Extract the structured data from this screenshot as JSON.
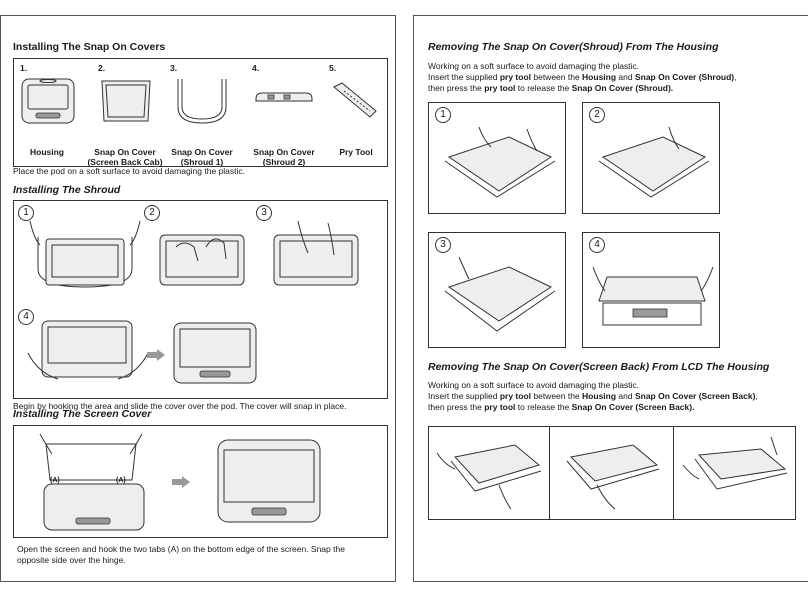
{
  "left": {
    "covers": {
      "title": "Installing The Snap On Covers",
      "items": [
        {
          "num": "1.",
          "label": "Housing"
        },
        {
          "num": "2.",
          "label": "Snap On Cover\n(Screen Back Cab)"
        },
        {
          "num": "3.",
          "label": "Snap On Cover\n(Shroud 1)"
        },
        {
          "num": "4.",
          "label": "Snap On Cover\n(Shroud 2)"
        },
        {
          "num": "5.",
          "label": "Pry Tool"
        }
      ],
      "note": "Place the pod on a soft surface to avoid damaging the plastic."
    },
    "shroud": {
      "title": "Installing The Shroud",
      "steps": [
        "1",
        "2",
        "3",
        "4"
      ],
      "note": "Begin by hooking the area and slide the cover over the pod. The cover will snap in place."
    },
    "screen": {
      "title": "Installing The Screen Cover",
      "tab_a": "(A)",
      "tab_b": "(A)",
      "note": "Open the screen and hook the two tabs (A) on the bottom edge of the screen. Snap the opposite side over the hinge."
    }
  },
  "right": {
    "shroud_removal": {
      "title": "Removing The Snap On Cover(Shroud) From The Housing",
      "l1": "Working on a soft surface to avoid damaging the plastic.",
      "l2a": "Insert the supplied ",
      "l2b": "pry tool",
      "l2c": " between the ",
      "l2d": "Housing",
      "l2e": " and ",
      "l2f": "Snap On Cover (Shroud)",
      "l2g": ",",
      "l3a": "then press the ",
      "l3b": "pry tool",
      "l3c": " to release the ",
      "l3d": "Snap On Cover (Shroud).",
      "steps": [
        "1",
        "2",
        "3",
        "4"
      ]
    },
    "screen_removal": {
      "title": "Removing The Snap On Cover(Screen Back) From LCD The Housing",
      "l1": "Working on a soft surface to avoid damaging the plastic.",
      "l2a": "Insert the supplied ",
      "l2b": "pry tool",
      "l2c": " between the ",
      "l2d": "Housing",
      "l2e": " and ",
      "l2f": "Snap On Cover (Screen Back)",
      "l2g": ",",
      "l3a": "then press the ",
      "l3b": "pry tool",
      "l3c": " to release the ",
      "l3d": "Snap On Cover (Screen Back)."
    }
  }
}
